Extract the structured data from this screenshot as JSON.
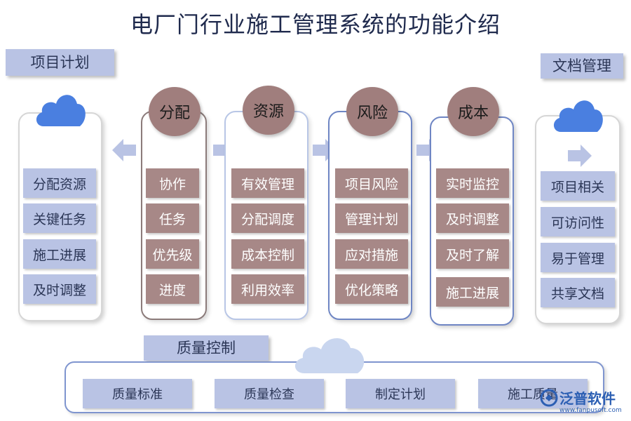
{
  "title": "电厂门行业施工管理系统的功能介绍",
  "project_plan": {
    "label": "项目计划",
    "items": [
      "分配资源",
      "关键任务",
      "施工进展",
      "及时调整"
    ]
  },
  "doc_mgmt": {
    "label": "文档管理",
    "items": [
      "项目相关",
      "可访问性",
      "易于管理",
      "共享文档"
    ]
  },
  "columns": [
    {
      "header": "分配",
      "items": [
        "协作",
        "任务",
        "优先级",
        "进度"
      ]
    },
    {
      "header": "资源",
      "items": [
        "有效管理",
        "分配调度",
        "成本控制",
        "利用效率"
      ]
    },
    {
      "header": "风险",
      "items": [
        "项目风险",
        "管理计划",
        "应对措施",
        "优化策略"
      ]
    },
    {
      "header": "成本",
      "items": [
        "实时监控",
        "及时调整",
        "及时了解",
        "施工进展"
      ]
    }
  ],
  "quality": {
    "label": "质量控制",
    "items": [
      "质量标准",
      "质量检查",
      "制定计划",
      "施工质量"
    ]
  },
  "watermark": {
    "brand": "泛普软件",
    "url": "www.fanpusoft.com"
  },
  "colors": {
    "item_blue": "#b9c3e4",
    "item_brown": "#a78887",
    "cloud_blue": "#4a7fe0",
    "cloud_light": "#c9d6ef"
  }
}
